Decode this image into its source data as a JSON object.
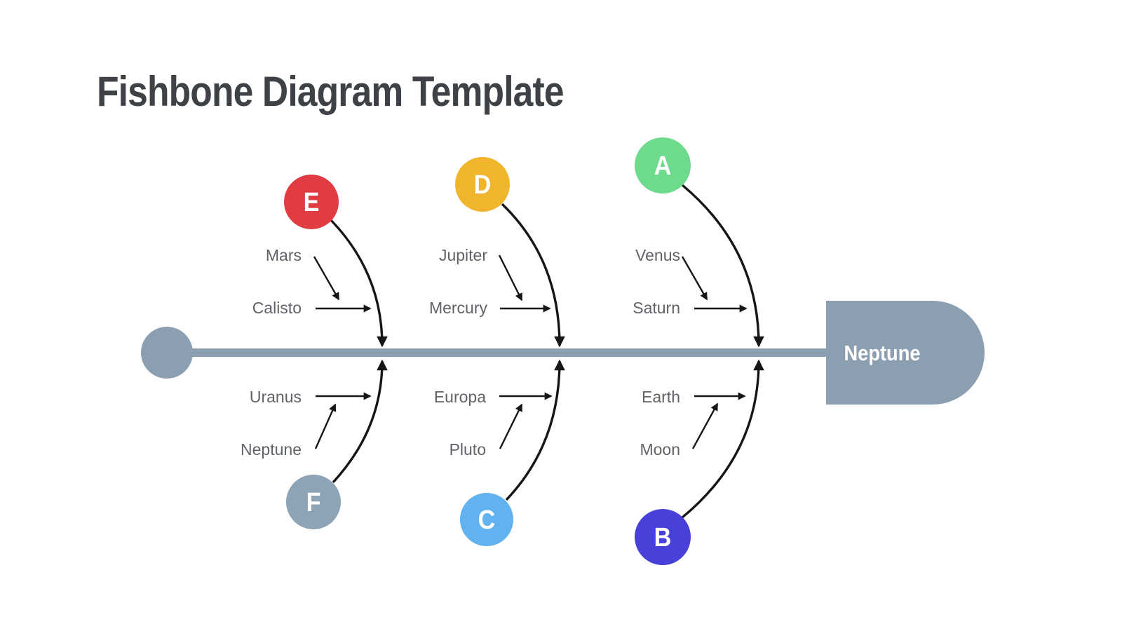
{
  "title": "Fishbone Diagram Template",
  "head": {
    "label": "Neptune"
  },
  "colors": {
    "spine": "#8c9fb1",
    "line": "#161616",
    "label_text": "#5f6368",
    "title_text": "#3e4247"
  },
  "branches": [
    {
      "letter": "A",
      "color": "#6edb8c",
      "position": "top-right",
      "items": [
        "Venus",
        "Saturn"
      ]
    },
    {
      "letter": "B",
      "color": "#4741d9",
      "position": "bottom-right",
      "items": [
        "Earth",
        "Moon"
      ]
    },
    {
      "letter": "C",
      "color": "#62b2f0",
      "position": "bottom-middle",
      "items": [
        "Europa",
        "Pluto"
      ]
    },
    {
      "letter": "D",
      "color": "#f0b42d",
      "position": "top-middle",
      "items": [
        "Jupiter",
        "Mercury"
      ]
    },
    {
      "letter": "E",
      "color": "#e03c42",
      "position": "top-left",
      "items": [
        "Mars",
        "Calisto"
      ]
    },
    {
      "letter": "F",
      "color": "#8ea3b5",
      "position": "bottom-left",
      "items": [
        "Uranus",
        "Neptune"
      ]
    }
  ]
}
